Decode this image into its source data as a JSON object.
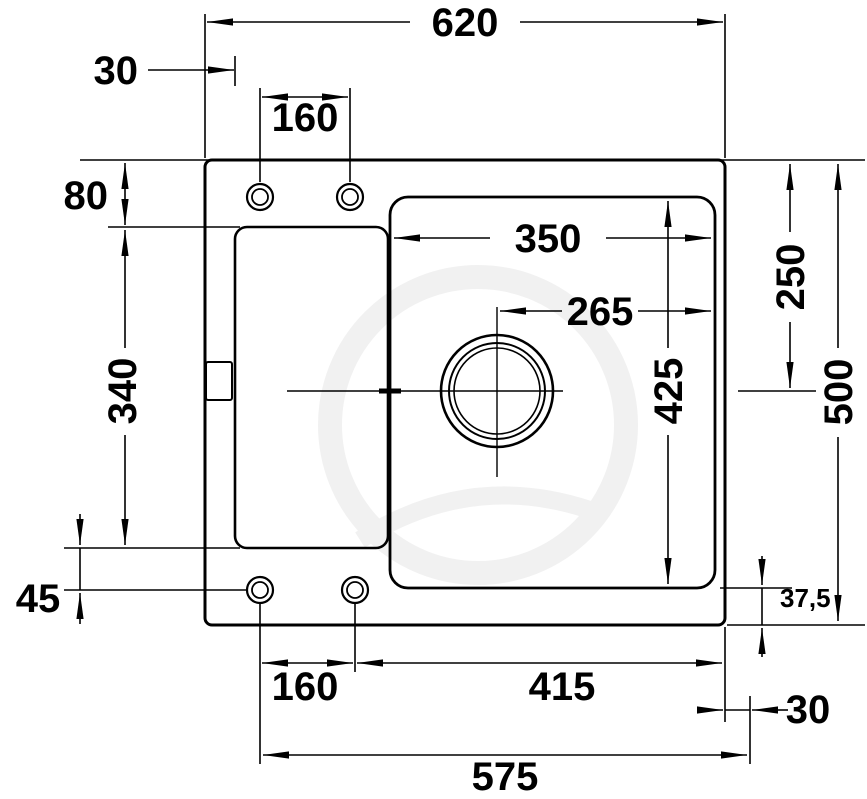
{
  "drawing": {
    "type": "sink-installation-dimension-drawing",
    "units_style": "millimeters",
    "labels": {
      "total_width": "620",
      "left_offset": "30",
      "tap_spacing_top": "160",
      "top_to_bowl": "80",
      "bowl_width": "350",
      "top_to_drain": "250",
      "drain_offset": "265",
      "bowl_length": "425",
      "left_bowl_length": "340",
      "total_depth": "500",
      "bowl_to_holes": "45",
      "bowl_to_edge": "37,5",
      "tap_spacing_bottom": "160",
      "holes_to_edge": "415",
      "right_offset": "30",
      "cutout_width": "575"
    }
  }
}
